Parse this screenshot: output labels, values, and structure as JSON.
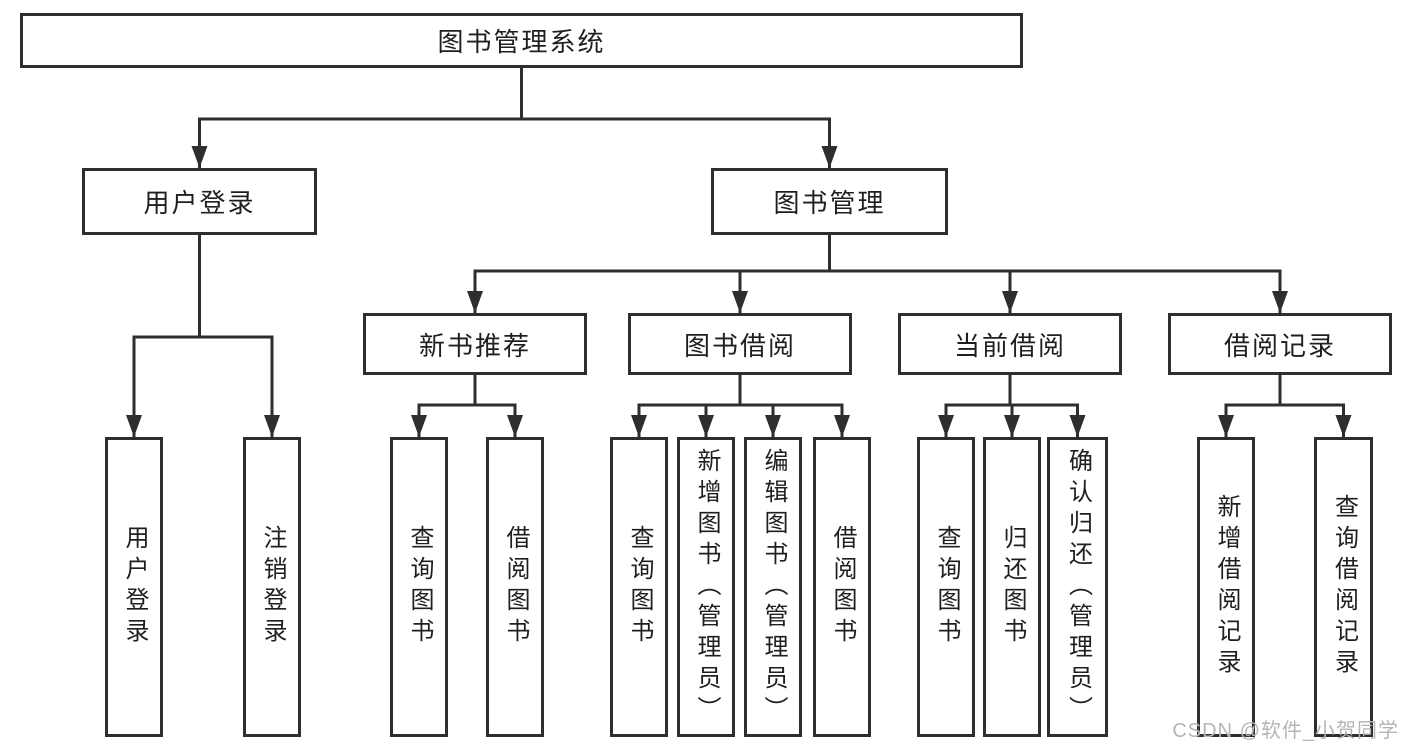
{
  "colors": {
    "line": "#2e2e2e",
    "box_border": "#2e2e2e",
    "box_background": "#ffffff",
    "label_text": "#1f1f1f",
    "watermark": "#b5b5b5",
    "background": "#ffffff"
  },
  "diagram": {
    "type": "tree",
    "root": {
      "label": "图书管理系统"
    },
    "branches": [
      {
        "label": "用户登录",
        "children": [
          {
            "label": "用户登录"
          },
          {
            "label": "注销登录"
          }
        ]
      },
      {
        "label": "图书管理",
        "children": [
          {
            "label": "新书推荐",
            "children": [
              {
                "label": "查询图书"
              },
              {
                "label": "借阅图书"
              }
            ]
          },
          {
            "label": "图书借阅",
            "children": [
              {
                "label": "查询图书"
              },
              {
                "label": "新增图书（管理员）"
              },
              {
                "label": "编辑图书（管理员）"
              },
              {
                "label": "借阅图书"
              }
            ]
          },
          {
            "label": "当前借阅",
            "children": [
              {
                "label": "查询图书"
              },
              {
                "label": "归还图书"
              },
              {
                "label": "确认归还（管理员）"
              }
            ]
          },
          {
            "label": "借阅记录",
            "children": [
              {
                "label": "新增借阅记录"
              },
              {
                "label": "查询借阅记录"
              }
            ]
          }
        ]
      }
    ]
  },
  "watermark": {
    "text": "CSDN @软件_小贺同学"
  }
}
